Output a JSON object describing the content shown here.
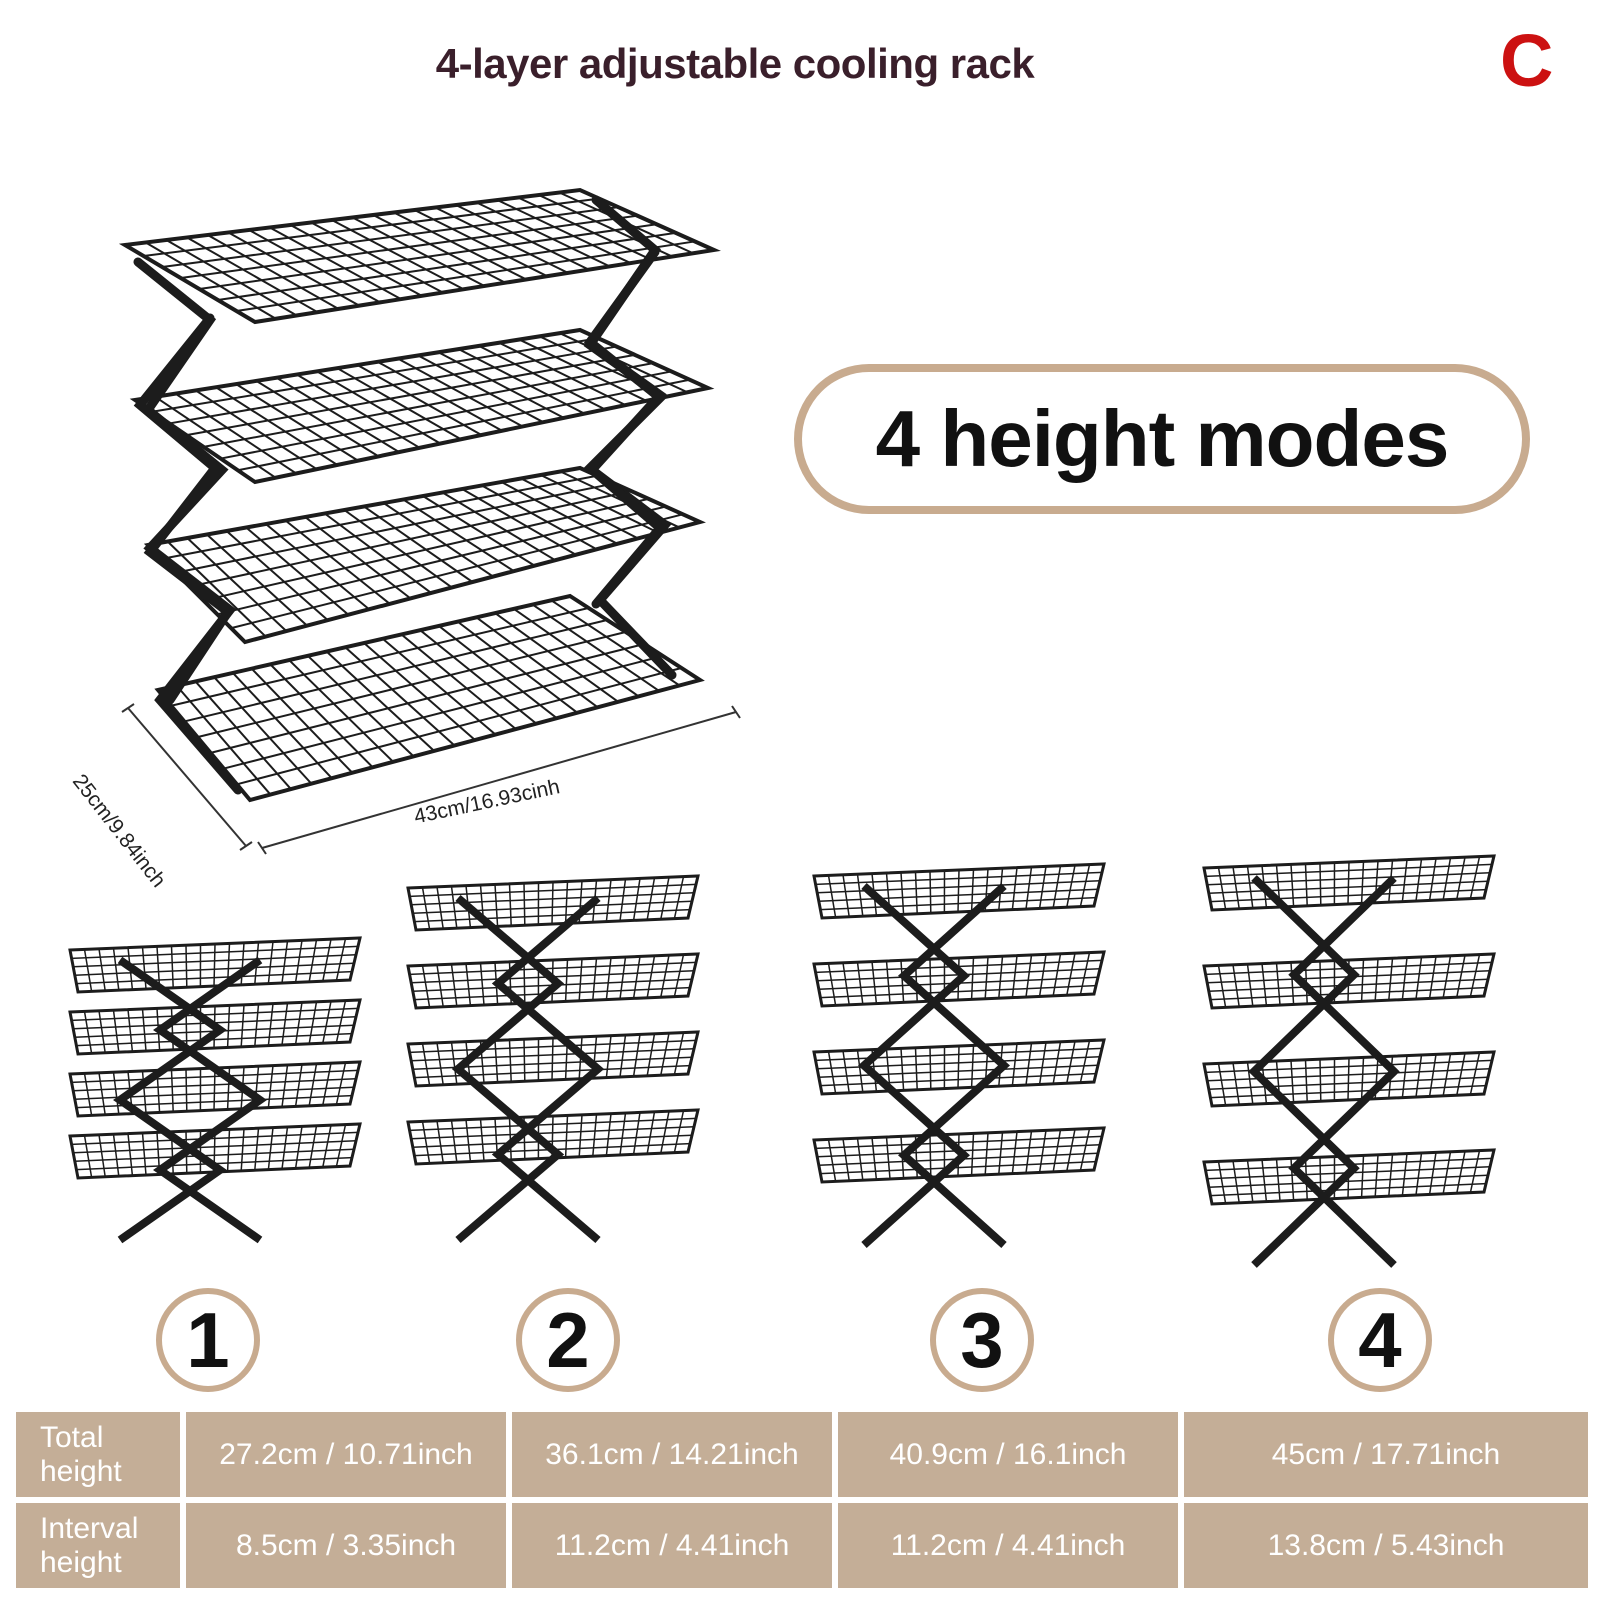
{
  "header": {
    "title": "4-layer adjustable cooling rack",
    "variant_letter": "C"
  },
  "badge": {
    "label": "4 height modes"
  },
  "dimensions": {
    "depth": "25cm/9.84inch",
    "width": "43cm/16.93cinh"
  },
  "modes": [
    {
      "number": "1"
    },
    {
      "number": "2"
    },
    {
      "number": "3"
    },
    {
      "number": "4"
    }
  ],
  "table": {
    "rows": [
      {
        "label_line1": "Total",
        "label_line2": "height",
        "values": [
          "27.2cm / 10.71inch",
          "36.1cm / 14.21inch",
          "40.9cm / 16.1inch",
          "45cm / 17.71inch"
        ]
      },
      {
        "label_line1": "Interval",
        "label_line2": "height",
        "values": [
          "8.5cm / 3.35inch",
          "11.2cm / 4.41inch",
          "11.2cm / 4.41inch",
          "13.8cm / 5.43inch"
        ]
      }
    ]
  },
  "colors": {
    "accent_tan": "#c8ab8f",
    "table_fill": "#c4ae97",
    "title_color": "#3a1f2b",
    "variant_color": "#cc1111",
    "metal": "#1c1c1c"
  }
}
